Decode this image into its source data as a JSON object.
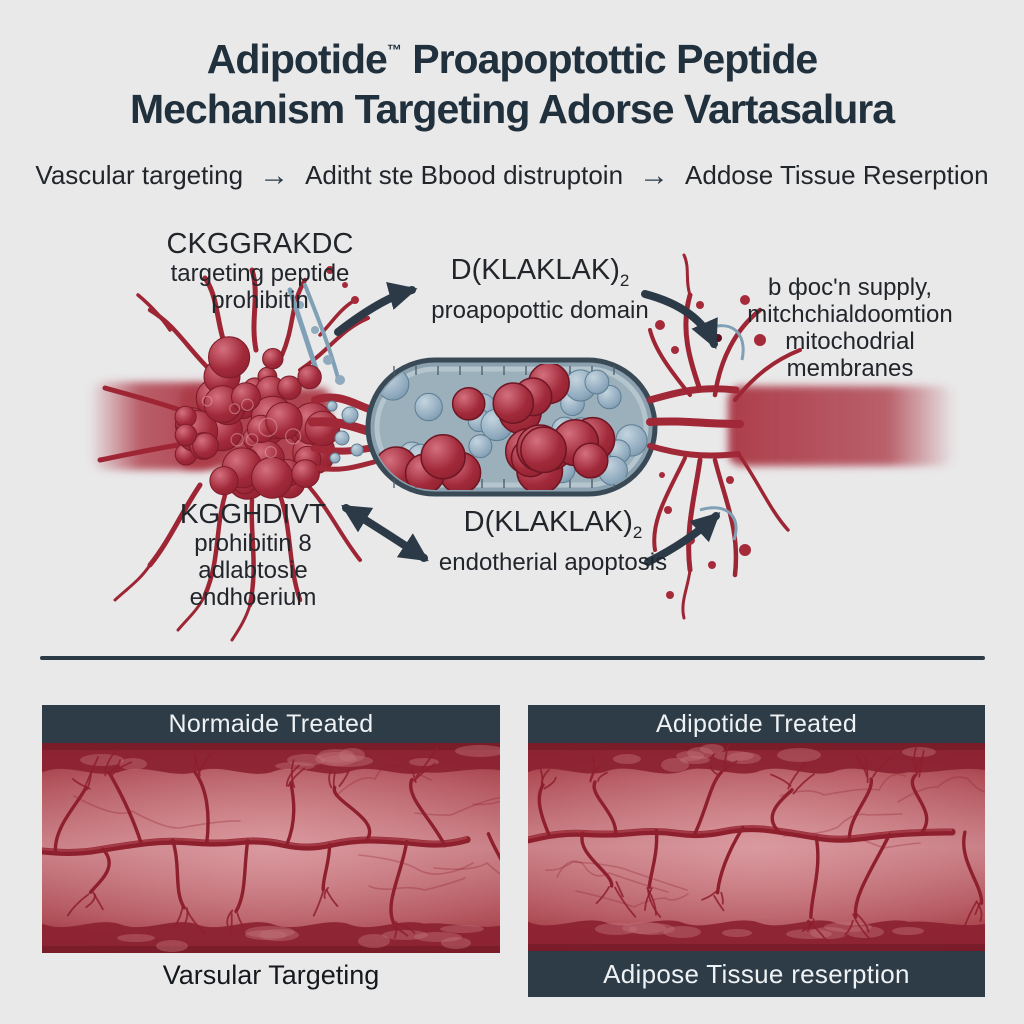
{
  "title": {
    "line1_name": "Adipotide",
    "tm": "™",
    "line1_rest": " Proapoptottic Peptide",
    "line2": "Mechanism Targeting Adorse Vartasalura"
  },
  "flow": {
    "step1": "Vascular targeting",
    "step2": "Aditht ste Bbood distruptoin",
    "step3": "Addose Tissue Reserption",
    "arrow": "→"
  },
  "diagram": {
    "label_targeting": {
      "line1": "CKGGRAKDC",
      "line2": "targeting peptide",
      "line3": "prohibitin"
    },
    "label_domain_top": {
      "main": "D(KLAKLAK)",
      "sub": "2",
      "line2": "proapopottic domain"
    },
    "label_supply": {
      "line1": "b фoc'n supply,",
      "line2": "mitchchialdoomtion",
      "line3": "mitochodrial",
      "line4": "membranes"
    },
    "label_prohibitin": {
      "line1": "KGGHDIVT",
      "line2": "prohibitin 8",
      "line3": "adlabtosie",
      "line4": "endhoerium"
    },
    "label_domain_bottom": {
      "main": "D(KLAKLAK)",
      "sub": "2",
      "line2": "endotherial apoptosis"
    }
  },
  "panels": {
    "left": {
      "header": "Normaide Treated",
      "caption": "Varsular Targeting"
    },
    "right": {
      "header": "Adipotide Treated",
      "caption": "Adipose Tissue reserption"
    }
  },
  "colors": {
    "background": "#e9e9ea",
    "title_text": "#21303d",
    "label_text": "#22262b",
    "arrow": "#2b3a46",
    "red_sphere": "#a62b3a",
    "blue_sphere": "#8fa9bd",
    "vessel_red": "#9e2634",
    "band_red": "#b04451",
    "capsule_fill": "#8ba1af",
    "capsule_outline": "#394a56",
    "panel_header_bg": "#2e3c47",
    "panel_header_text": "#eef2f4",
    "tissue_dark": "#7c1e2a",
    "tissue_light": "#e7aeb2",
    "panel_vessel": "#8e1f2d",
    "divider": "#2b3a45"
  }
}
